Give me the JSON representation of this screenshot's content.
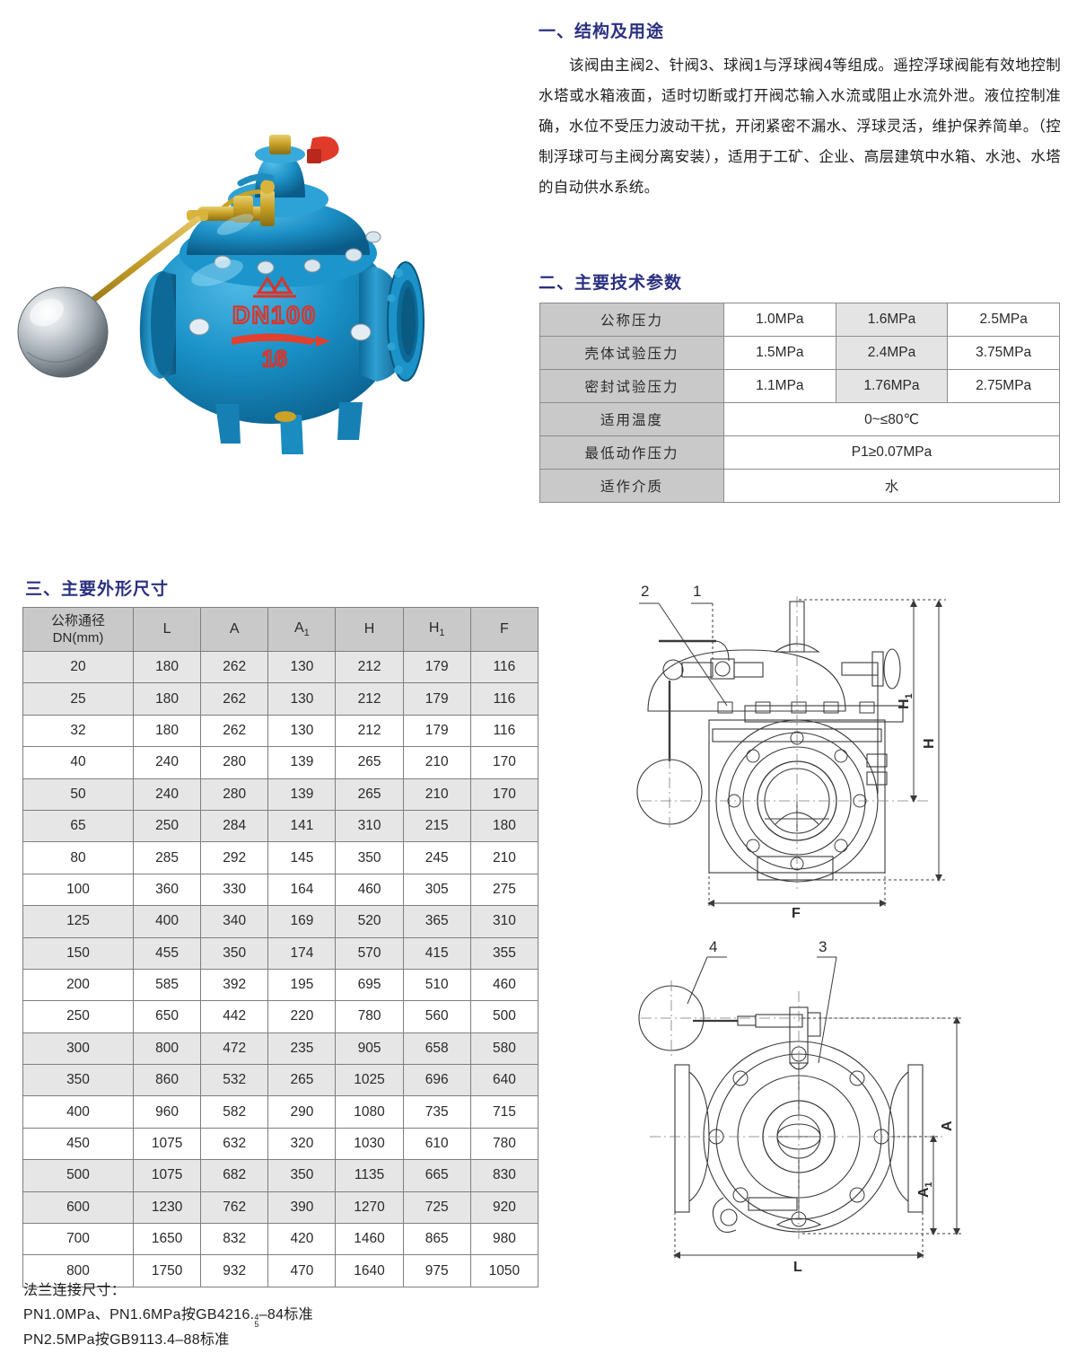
{
  "sections": {
    "structure_heading": "一、结构及用途",
    "params_heading": "二、主要技术参数",
    "dims_heading": "三、主要外形尺寸"
  },
  "intro": {
    "paragraph": "该阀由主阀2、针阀3、球阀1与浮球阀4等组成。遥控浮球阀能有效地控制水塔或水箱液面，适时切断或打开阀芯输入水流或阻止水流外泄。液位控制准确，水位不受压力波动干扰，开闭紧密不漏水、浮球灵活，维护保养简单。（控制浮球可与主阀分离安装），适用于工矿、企业、高层建筑中水箱、水池、水塔的自动供水系统。"
  },
  "params_table": {
    "rows": [
      {
        "label": "公称压力",
        "values": [
          "1.0MPa",
          "1.6MPa",
          "2.5MPa"
        ],
        "merged": false
      },
      {
        "label": "壳体试验压力",
        "values": [
          "1.5MPa",
          "2.4MPa",
          "3.75MPa"
        ],
        "merged": false
      },
      {
        "label": "密封试验压力",
        "values": [
          "1.1MPa",
          "1.76MPa",
          "2.75MPa"
        ],
        "merged": false
      },
      {
        "label": "适用温度",
        "values": [
          "0~≤80℃"
        ],
        "merged": true
      },
      {
        "label": "最低动作压力",
        "values": [
          "P1≥0.07MPa"
        ],
        "merged": true
      },
      {
        "label": "适作介质",
        "values": [
          "水"
        ],
        "merged": true
      }
    ]
  },
  "dims_table": {
    "headers": [
      "公称通径",
      "DN(mm)",
      "L",
      "A",
      "A1",
      "H",
      "H1",
      "F"
    ],
    "header_dn_line1": "公称通径",
    "header_dn_line2": "DN(mm)",
    "header_l": "L",
    "header_a": "A",
    "header_a1_base": "A",
    "header_a1_sub": "1",
    "header_h": "H",
    "header_h1_base": "H",
    "header_h1_sub": "1",
    "header_f": "F",
    "rows": [
      {
        "dn": "20",
        "L": "180",
        "A": "262",
        "A1": "130",
        "H": "212",
        "H1": "179",
        "F": "116"
      },
      {
        "dn": "25",
        "L": "180",
        "A": "262",
        "A1": "130",
        "H": "212",
        "H1": "179",
        "F": "116"
      },
      {
        "dn": "32",
        "L": "180",
        "A": "262",
        "A1": "130",
        "H": "212",
        "H1": "179",
        "F": "116"
      },
      {
        "dn": "40",
        "L": "240",
        "A": "280",
        "A1": "139",
        "H": "265",
        "H1": "210",
        "F": "170"
      },
      {
        "dn": "50",
        "L": "240",
        "A": "280",
        "A1": "139",
        "H": "265",
        "H1": "210",
        "F": "170"
      },
      {
        "dn": "65",
        "L": "250",
        "A": "284",
        "A1": "141",
        "H": "310",
        "H1": "215",
        "F": "180"
      },
      {
        "dn": "80",
        "L": "285",
        "A": "292",
        "A1": "145",
        "H": "350",
        "H1": "245",
        "F": "210"
      },
      {
        "dn": "100",
        "L": "360",
        "A": "330",
        "A1": "164",
        "H": "460",
        "H1": "305",
        "F": "275"
      },
      {
        "dn": "125",
        "L": "400",
        "A": "340",
        "A1": "169",
        "H": "520",
        "H1": "365",
        "F": "310"
      },
      {
        "dn": "150",
        "L": "455",
        "A": "350",
        "A1": "174",
        "H": "570",
        "H1": "415",
        "F": "355"
      },
      {
        "dn": "200",
        "L": "585",
        "A": "392",
        "A1": "195",
        "H": "695",
        "H1": "510",
        "F": "460"
      },
      {
        "dn": "250",
        "L": "650",
        "A": "442",
        "A1": "220",
        "H": "780",
        "H1": "560",
        "F": "500"
      },
      {
        "dn": "300",
        "L": "800",
        "A": "472",
        "A1": "235",
        "H": "905",
        "H1": "658",
        "F": "580"
      },
      {
        "dn": "350",
        "L": "860",
        "A": "532",
        "A1": "265",
        "H": "1025",
        "H1": "696",
        "F": "640"
      },
      {
        "dn": "400",
        "L": "960",
        "A": "582",
        "A1": "290",
        "H": "1080",
        "H1": "735",
        "F": "715"
      },
      {
        "dn": "450",
        "L": "1075",
        "A": "632",
        "A1": "320",
        "H": "1030",
        "H1": "610",
        "F": "780"
      },
      {
        "dn": "500",
        "L": "1075",
        "A": "682",
        "A1": "350",
        "H": "1135",
        "H1": "665",
        "F": "830"
      },
      {
        "dn": "600",
        "L": "1230",
        "A": "762",
        "A1": "390",
        "H": "1270",
        "H1": "725",
        "F": "920"
      },
      {
        "dn": "700",
        "L": "1650",
        "A": "832",
        "A1": "420",
        "H": "1460",
        "H1": "865",
        "F": "980"
      },
      {
        "dn": "800",
        "L": "1750",
        "A": "932",
        "A1": "470",
        "H": "1640",
        "H1": "975",
        "F": "1050"
      }
    ]
  },
  "footnote": {
    "line1": "法兰连接尺寸：",
    "line2_before": "PN1.0MPa、PN1.6MPa按GB4216.",
    "line2_frac_top": "4",
    "line2_frac_bottom": "5",
    "line2_after": "–84标准",
    "line3": "PN2.5MPa按GB9113.4–88标准"
  },
  "photo": {
    "body_marking_model": "DN100",
    "body_marking_rating": "16",
    "colors": {
      "valve_blue": "#1a8fc4",
      "valve_blue_dark": "#0f6d9c",
      "marking_red": "#d8352a",
      "brass": "#c9a227",
      "steel": "#c8cdd2"
    }
  },
  "drawings": {
    "front_view": {
      "callouts": [
        "2",
        "1"
      ],
      "dim_h1": "H",
      "dim_h1_sub": "1",
      "dim_h": "H",
      "dim_f": "F"
    },
    "top_view": {
      "callouts": [
        "4",
        "3"
      ],
      "dim_a": "A",
      "dim_a1": "A",
      "dim_a1_sub": "1",
      "dim_l": "L"
    }
  },
  "colors": {
    "heading_navy": "#2b3080",
    "table_header_grey": "#c9c9c9",
    "table_row_grey": "#e6e6e6",
    "table_border": "#7e7e7e"
  }
}
